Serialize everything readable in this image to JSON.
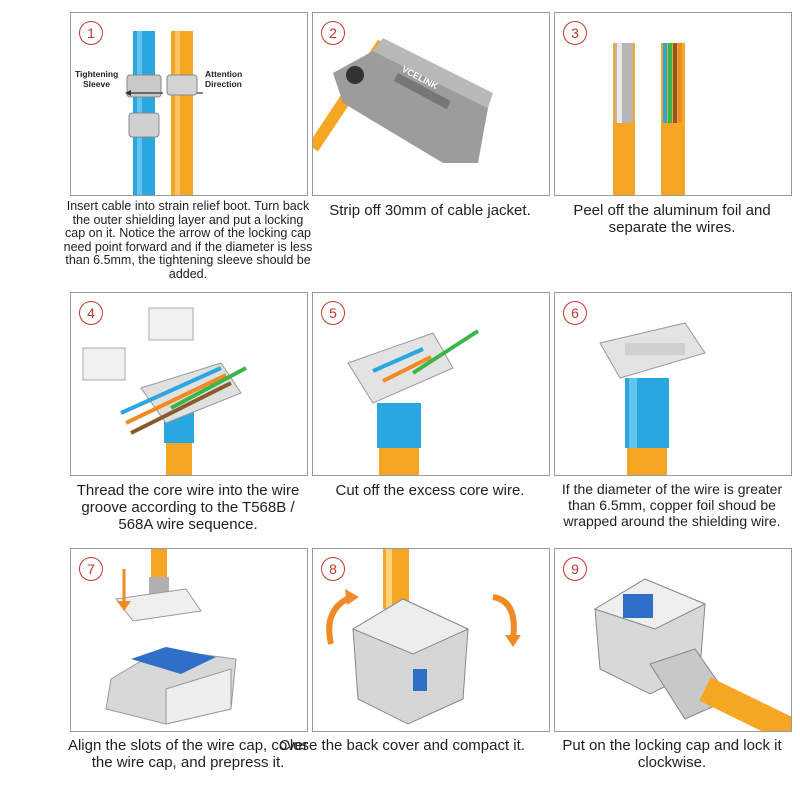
{
  "steps": [
    {
      "num": "1",
      "caption": "Insert cable into strain relief boot. Turn back the outer shielding layer and put a locking cap on it. Notice the arrow of the locking cap need point forward and if the diameter is less than 6.5mm, the tightening sleeve should be added.",
      "label_left": "Tightening Sleeve",
      "label_right": "Attention Direction"
    },
    {
      "num": "2",
      "caption": "Strip off 30mm of cable jacket.",
      "brand": "VCELINK"
    },
    {
      "num": "3",
      "caption": "Peel off the aluminum foil and separate the wires."
    },
    {
      "num": "4",
      "caption": "Thread the core wire into the wire groove according to the T568B / 568A wire sequence."
    },
    {
      "num": "5",
      "caption": "Cut off the excess core wire."
    },
    {
      "num": "6",
      "caption": "If the diameter of the wire is greater than 6.5mm, copper foil shoud be wrapped around the shielding wire."
    },
    {
      "num": "7",
      "caption": "Align the slots of the wire cap, cover the wire cap, and prepress it."
    },
    {
      "num": "8",
      "caption": "Close the back cover and compact it."
    },
    {
      "num": "9",
      "caption": "Put on the locking cap and lock it clockwise."
    }
  ],
  "colors": {
    "cable_orange": "#f5a623",
    "cable_blue": "#2aa6e0",
    "number_red": "#c0392b",
    "keystone_blue": "#2f6fc9"
  }
}
